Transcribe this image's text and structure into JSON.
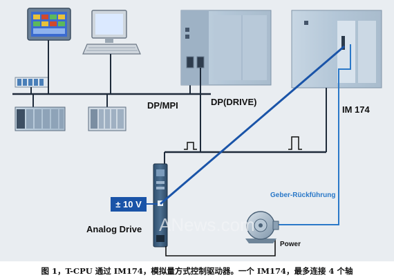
{
  "labels": {
    "dp_mpi": "DP/MPI",
    "dp_drive": "DP(DRIVE)",
    "im174": "IM 174",
    "analog_drive": "Analog Drive",
    "voltage": "± 10 V",
    "geber": "Geber-Rückführung",
    "power": "Power"
  },
  "watermark": "ANews.com",
  "caption": "图 1，T-CPU 通过 IM174，模拟量方式控制驱动器。一个 IM174，最多连接 4 个轴",
  "colors": {
    "background": "#e9edf1",
    "bus": "#1e2a3a",
    "signal": "#1a54a8",
    "feedback": "#2a78c8"
  }
}
